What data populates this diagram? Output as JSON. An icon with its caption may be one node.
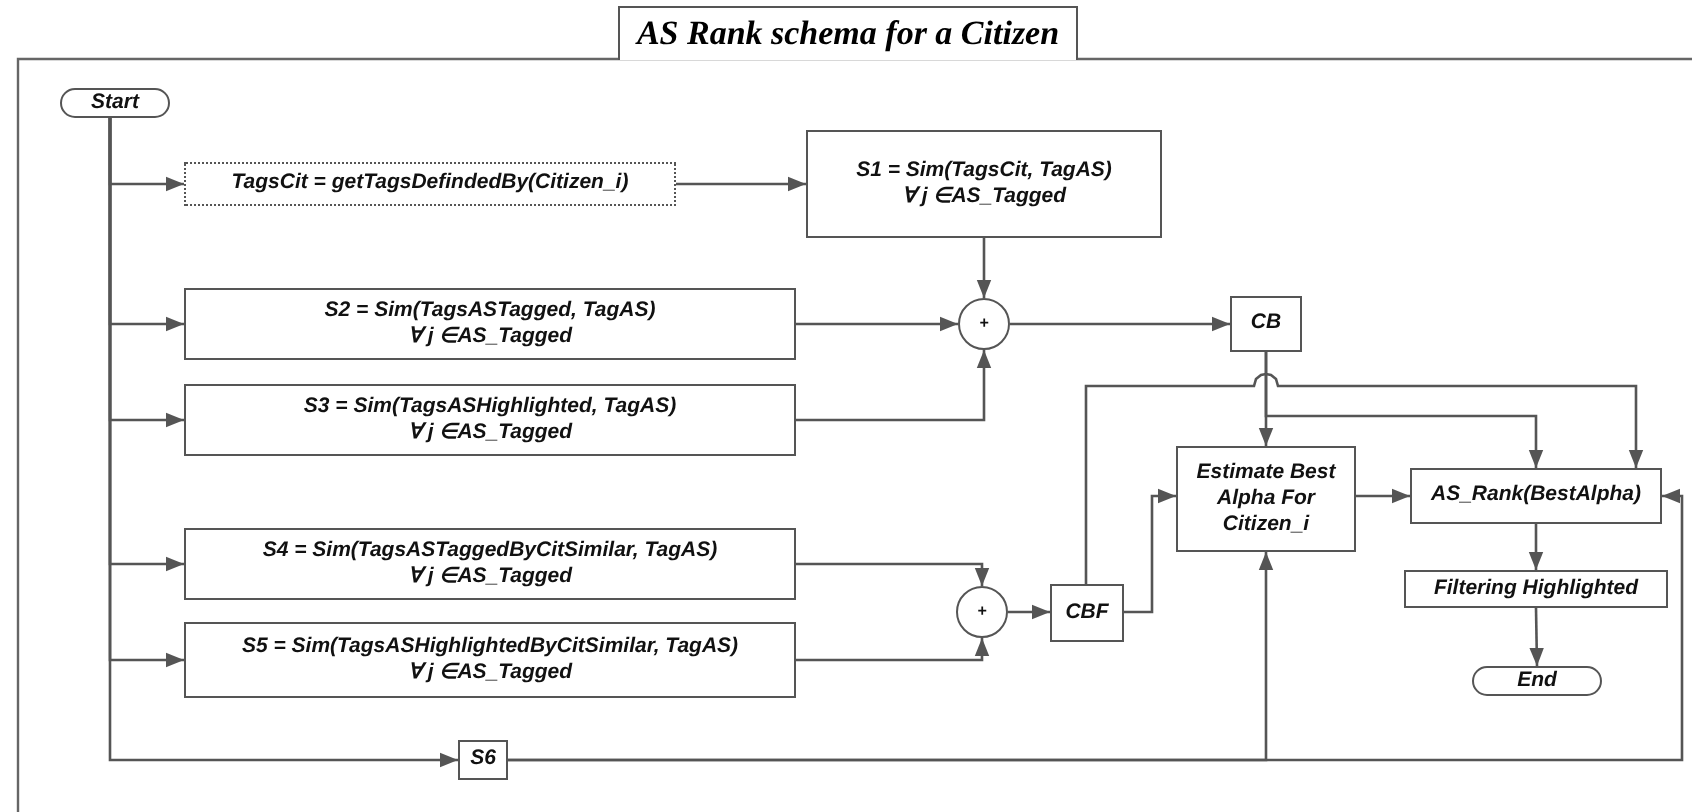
{
  "diagram": {
    "title": "AS Rank schema for a Citizen",
    "nodes": [
      {
        "text": [
          "Start"
        ]
      },
      {
        "text": [
          "TagsCit = getTagsDefindedBy(Citizen_i)"
        ]
      },
      {
        "text": [
          "S1 = Sim(TagsCit, TagAS)",
          "∀ j ∈AS_Tagged"
        ]
      },
      {
        "text": [
          "S2 = Sim(TagsASTagged, TagAS)",
          "∀ j ∈AS_Tagged"
        ]
      },
      {
        "text": [
          "S3 = Sim(TagsASHighlighted, TagAS)",
          "∀ j ∈AS_Tagged"
        ]
      },
      {
        "text": [
          "+"
        ]
      },
      {
        "text": [
          "CB"
        ]
      },
      {
        "text": [
          "S4 = Sim(TagsASTaggedByCitSimilar, TagAS)",
          "∀ j ∈AS_Tagged"
        ]
      },
      {
        "text": [
          "S5 = Sim(TagsASHighlightedByCitSimilar, TagAS)",
          "∀ j ∈AS_Tagged"
        ]
      },
      {
        "text": [
          "+"
        ]
      },
      {
        "text": [
          "CBF"
        ]
      },
      {
        "text": [
          "Estimate Best Alpha For Citizen_i"
        ]
      },
      {
        "text": [
          "AS_Rank(BestAlpha)"
        ]
      },
      {
        "text": [
          "Filtering Highlighted"
        ]
      },
      {
        "text": [
          "End"
        ]
      },
      {
        "text": [
          "S6"
        ]
      }
    ],
    "edges": [
      {
        "from": 0,
        "to": 1,
        "arrow": "to"
      },
      {
        "from": 0,
        "to": 3,
        "arrow": "to"
      },
      {
        "from": 0,
        "to": 4,
        "arrow": "to"
      },
      {
        "from": 0,
        "to": 7,
        "arrow": "to"
      },
      {
        "from": 0,
        "to": 8,
        "arrow": "to"
      },
      {
        "from": 0,
        "to": 15,
        "arrow": "to"
      },
      {
        "from": 1,
        "to": 2,
        "arrow": "to"
      },
      {
        "from": 2,
        "to": 5,
        "arrow": "to"
      },
      {
        "from": 3,
        "to": 5,
        "arrow": "to"
      },
      {
        "from": 4,
        "to": 5,
        "arrow": "to"
      },
      {
        "from": 5,
        "to": 6,
        "arrow": "to"
      },
      {
        "from": 6,
        "to": 11,
        "arrow": "to"
      },
      {
        "from": 6,
        "to": 12,
        "arrow": "to"
      },
      {
        "from": 10,
        "to": 12,
        "arrow": "to"
      },
      {
        "from": 7,
        "to": 9,
        "arrow": "to"
      },
      {
        "from": 8,
        "to": 9,
        "arrow": "to"
      },
      {
        "from": 9,
        "to": 10,
        "arrow": "to"
      },
      {
        "from": 10,
        "to": 11,
        "arrow": "to"
      },
      {
        "from": 11,
        "to": 12,
        "arrow": "to"
      },
      {
        "from": 12,
        "to": 13,
        "arrow": "to"
      },
      {
        "from": 13,
        "to": 14,
        "arrow": "to"
      },
      {
        "from": 15,
        "to": 11,
        "arrow": "to"
      },
      {
        "from": 15,
        "to": 12,
        "arrow": "to"
      }
    ]
  }
}
